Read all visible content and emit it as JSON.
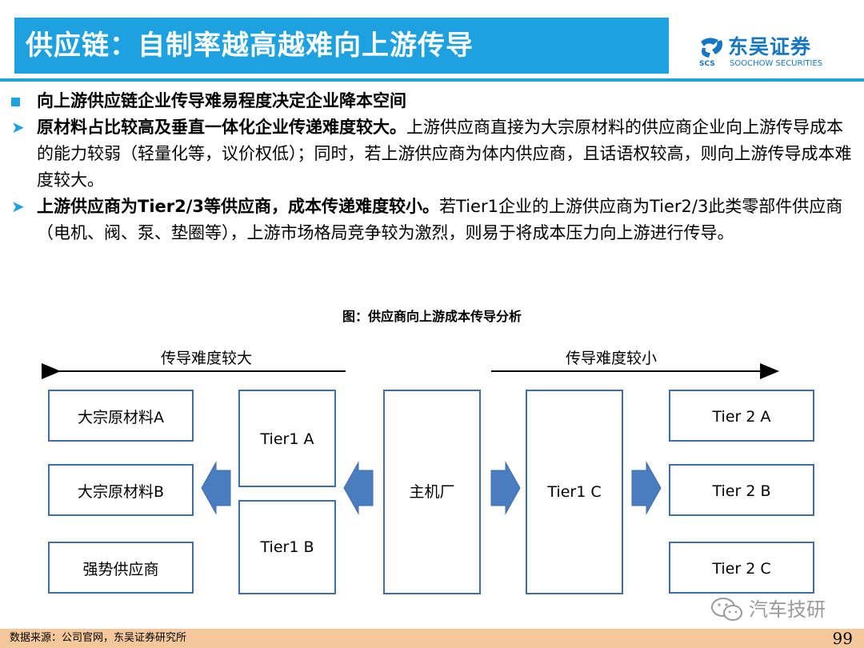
{
  "header": {
    "title": "供应链：自制率越高越难向上游传导",
    "logo_cn": "东吴证券",
    "logo_en": "SOOCHOW SECURITIES",
    "logo_mark_text": "SCS",
    "accent_color": "#1ea1e0"
  },
  "bullets": [
    {
      "marker": "square-icon",
      "bold": "向上游供应链企业传导难易程度决定企业降本空间",
      "text": ""
    },
    {
      "marker": "chevron-right-icon",
      "bold": "原材料占比较高及垂直一体化企业传递难度较大。",
      "text": "上游供应商直接为大宗原材料的供应商企业向上游传导成本的能力较弱（轻量化等，议价权低）；同时，若上游供应商为体内供应商，且话语权较高，则向上游传导成本难度较大。"
    },
    {
      "marker": "chevron-right-icon",
      "bold": "上游供应商为Tier2/3等供应商，成本传递难度较小。",
      "text": "若Tier1企业的上游供应商为Tier2/3此类零部件供应商（电机、阀、泵、垫圈等），上游市场格局竞争较为激烈，则易于将成本压力向上游进行传导。"
    }
  ],
  "figure": {
    "title": "图：供应商向上游成本传导分析",
    "left_arrow_label": "传导难度较大",
    "right_arrow_label": "传导难度较小",
    "left_column": [
      "大宗原材料A",
      "大宗原材料B",
      "强势供应商"
    ],
    "tier1_left": [
      "Tier1 A",
      "Tier1 B"
    ],
    "center": "主机厂",
    "tier1_right": "Tier1 C",
    "right_column": [
      "Tier 2 A",
      "Tier 2 B",
      "Tier 2 C"
    ],
    "box_border_color": "#3f6da8",
    "arrow_color": "#4a7dc0"
  },
  "watermark": "汽车技研",
  "footer": {
    "source": "数据来源：公司官网，东吴证券研究所",
    "page": "99"
  }
}
